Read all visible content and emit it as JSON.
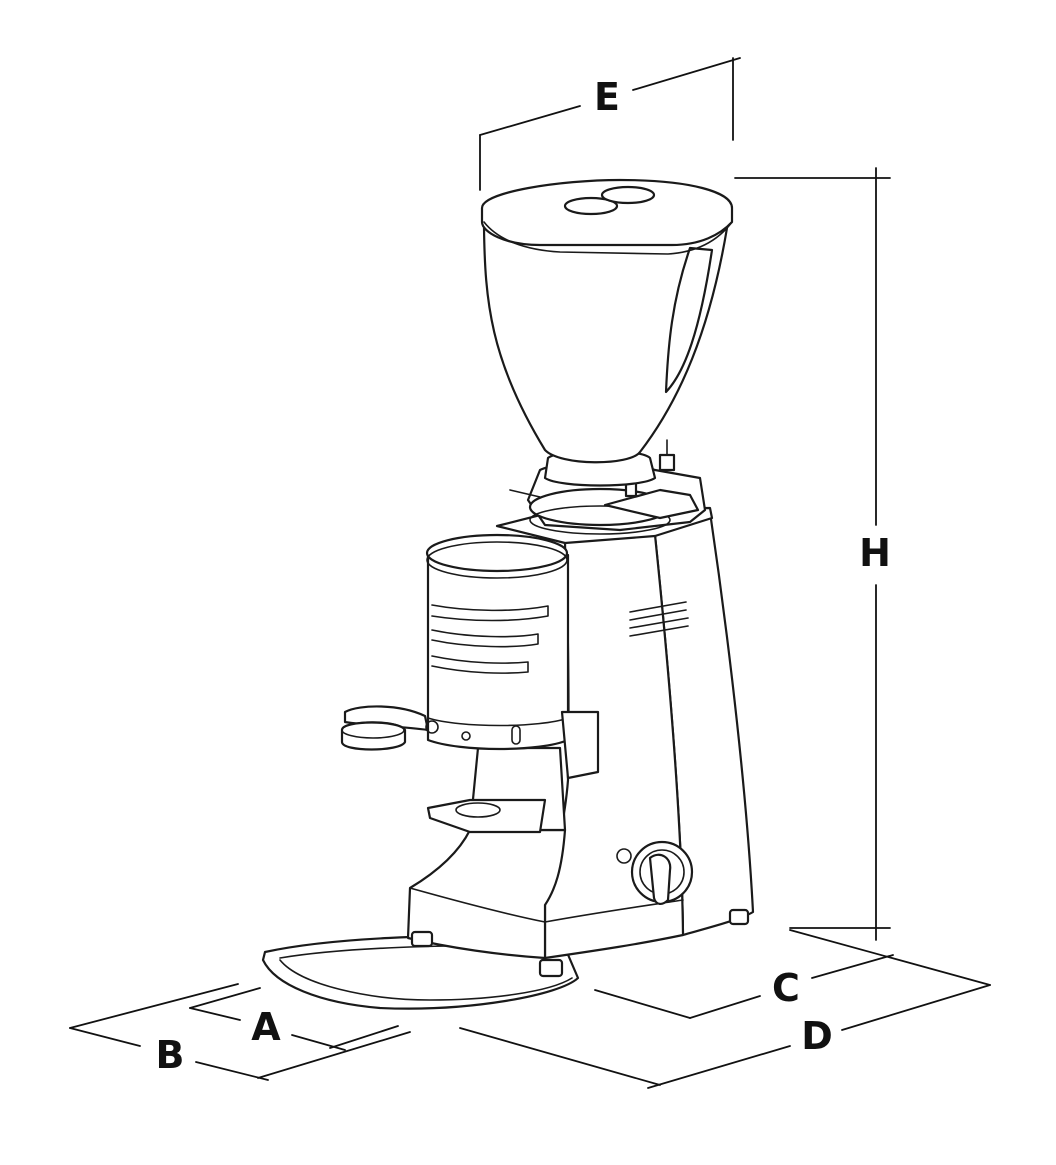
{
  "dimension_labels": {
    "A": "A",
    "B": "B",
    "C": "C",
    "D": "D",
    "E": "E",
    "H": "H"
  },
  "colors": {
    "line": "#1a1a1a",
    "background": "#ffffff"
  }
}
